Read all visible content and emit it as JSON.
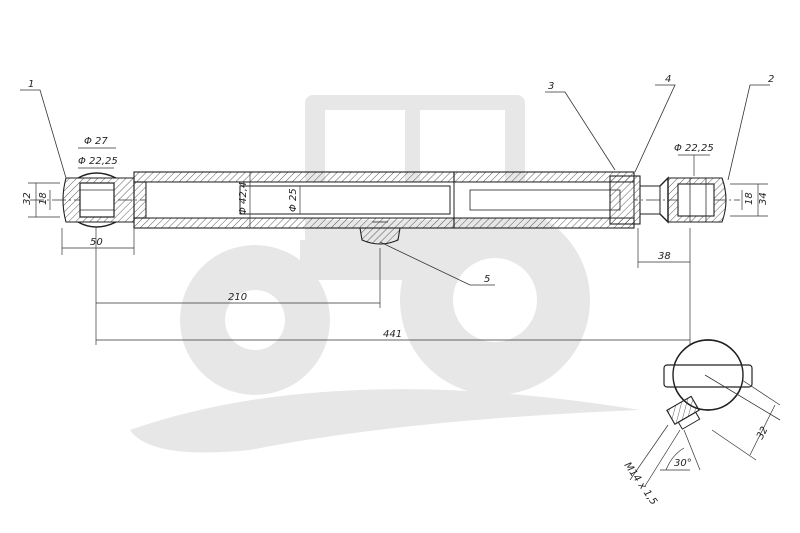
{
  "callouts": [
    "1",
    "2",
    "3",
    "4",
    "5"
  ],
  "dimensions": {
    "d27": "Φ 27",
    "d2225_left": "Φ 22,25",
    "d2225_right": "Φ 22,25",
    "h32_left": "32",
    "h18_left": "18",
    "h18_right": "18",
    "h34_right": "34",
    "d424": "Φ 42,4",
    "d25": "Φ 25",
    "l50": "50",
    "l38": "38",
    "l210": "210",
    "l441": "441",
    "h32_view": "32",
    "angle30": "30°",
    "thread": "M14 x 1,5"
  }
}
